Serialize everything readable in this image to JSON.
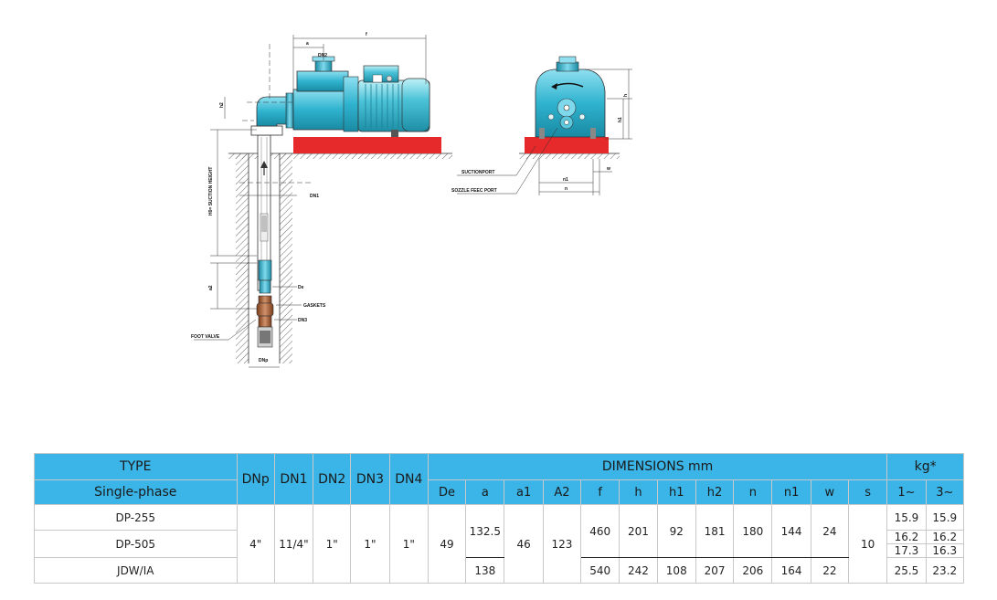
{
  "drawing": {
    "labels": {
      "a": "a",
      "f": "f",
      "dn2": "DN2",
      "h2": "h2",
      "dn1": "DN1",
      "suction_height": "H0= SUCTION HEIGHT",
      "a2": "a2",
      "de": "De",
      "gaskets": "GASKETS",
      "dn3": "DN3",
      "foot_valve": "FOOT VALVE",
      "dnp": "DNp",
      "suction_port": "SUCTIONPORT",
      "nozzle_port": "SOZZLE FEEC PORT",
      "h": "h",
      "h1": "h1",
      "n1": "n1",
      "n": "n",
      "w": "w"
    }
  },
  "table": {
    "header": {
      "type": "TYPE",
      "single_phase": "Single-phase",
      "dnp": "DNp",
      "dn1": "DN1",
      "dn2": "DN2",
      "dn3": "DN3",
      "dn4": "DN4",
      "dimensions": "DIMENSIONS  mm",
      "kg": "kg*",
      "cols": [
        "De",
        "a",
        "a1",
        "A2",
        "f",
        "h",
        "h1",
        "h2",
        "n",
        "n1",
        "w",
        "s"
      ],
      "phase1": "1~",
      "phase3": "3~"
    },
    "models": [
      "DP-255",
      "DP-505",
      "JDW/IA"
    ],
    "shared": {
      "dnp": "4\"",
      "dn1": "11/4\"",
      "dn2": "1\"",
      "dn3": "1\"",
      "dn4": "1\"",
      "de": "49",
      "a1": "46",
      "a2": "123",
      "s": "10"
    },
    "row_a": {
      "a": "132.5",
      "f": "460",
      "h": "201",
      "h1": "92",
      "h2": "181",
      "n": "180",
      "n1": "144",
      "w": "24"
    },
    "row_b": {
      "a": "138",
      "f": "540",
      "h": "242",
      "h1": "108",
      "h2": "207",
      "n": "206",
      "n1": "164",
      "w": "22"
    },
    "kg": [
      {
        "p1": "15.9",
        "p3": "15.9"
      },
      {
        "p1": "16.2",
        "p3": "16.2"
      },
      {
        "p1": "17.3",
        "p3": "16.3"
      },
      {
        "p1": "25.5",
        "p3": "23.2"
      }
    ]
  }
}
